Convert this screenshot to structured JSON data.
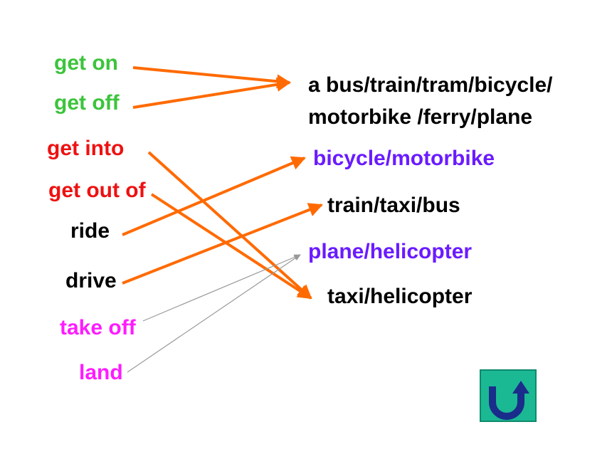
{
  "left_terms": [
    {
      "text": "get on",
      "color": "#3cc43c"
    },
    {
      "text": "get off",
      "color": "#3cc43c"
    },
    {
      "text": "get into",
      "color": "#ee1111"
    },
    {
      "text": "get out of",
      "color": "#ee1111"
    },
    {
      "text": "ride",
      "color": "#000000"
    },
    {
      "text": "drive",
      "color": "#000000"
    },
    {
      "text": "take off",
      "color": "#ff1cff"
    },
    {
      "text": "land",
      "color": "#ff1cff"
    }
  ],
  "right_terms": [
    {
      "line1": "a bus/train/tram/bicycle/",
      "line2": "motorbike /ferry/plane",
      "color": "#000000"
    },
    {
      "text": "bicycle/motorbike",
      "color": "#6a1bff"
    },
    {
      "text": "train/taxi/bus",
      "color": "#000000"
    },
    {
      "text": "plane/helicopter",
      "color": "#6a1bff"
    },
    {
      "text": "taxi/helicopter",
      "color": "#000000"
    }
  ],
  "connections": [
    {
      "from": 0,
      "to": 0,
      "style": "thick"
    },
    {
      "from": 1,
      "to": 0,
      "style": "thick"
    },
    {
      "from": 2,
      "to": 4,
      "style": "thick"
    },
    {
      "from": 3,
      "to": 4,
      "style": "thick"
    },
    {
      "from": 4,
      "to": 1,
      "style": "thick"
    },
    {
      "from": 5,
      "to": 2,
      "style": "thick"
    },
    {
      "from": 6,
      "to": 3,
      "style": "thin"
    },
    {
      "from": 7,
      "to": 3,
      "style": "thin"
    }
  ],
  "colors": {
    "thick_arrow": "#ff6a00",
    "thin_arrow": "#999999",
    "button_fill": "#1bb894",
    "button_arrow": "#1a2d8a"
  },
  "button_icon": "u-turn-arrow-icon"
}
